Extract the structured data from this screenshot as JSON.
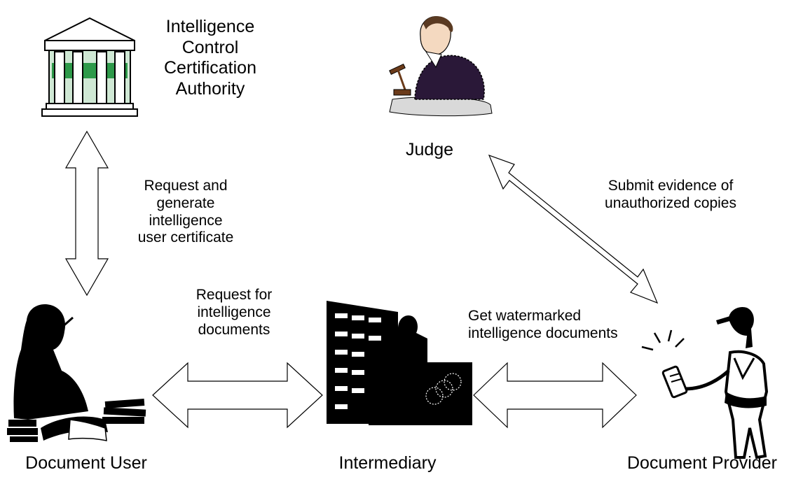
{
  "nodes": {
    "authority": {
      "lines": [
        "Intelligence",
        "Control",
        "Certification",
        "Authority"
      ]
    },
    "judge": {
      "label": "Judge"
    },
    "document_user": {
      "label": "Document User"
    },
    "intermediary": {
      "label": "Intermediary"
    },
    "document_provider": {
      "label": "Document Provider"
    }
  },
  "edges": {
    "authority_user": {
      "lines": [
        "Request and",
        "generate",
        "intelligence",
        "user certificate"
      ]
    },
    "user_intermediary": {
      "lines": [
        "Request for",
        "intelligence",
        "documents"
      ]
    },
    "intermediary_provider": {
      "lines": [
        "Get watermarked",
        "intelligence documents"
      ]
    },
    "judge_provider": {
      "lines": [
        "Submit evidence of",
        "unauthorized copies"
      ]
    }
  },
  "colors": {
    "ink": "#000000",
    "background": "#ffffff",
    "column_green": "#2e9a4a",
    "pillar_tint": "#cfe8d4",
    "sleeve_purple": "#2a1838",
    "skin": "#f4d9c0"
  }
}
